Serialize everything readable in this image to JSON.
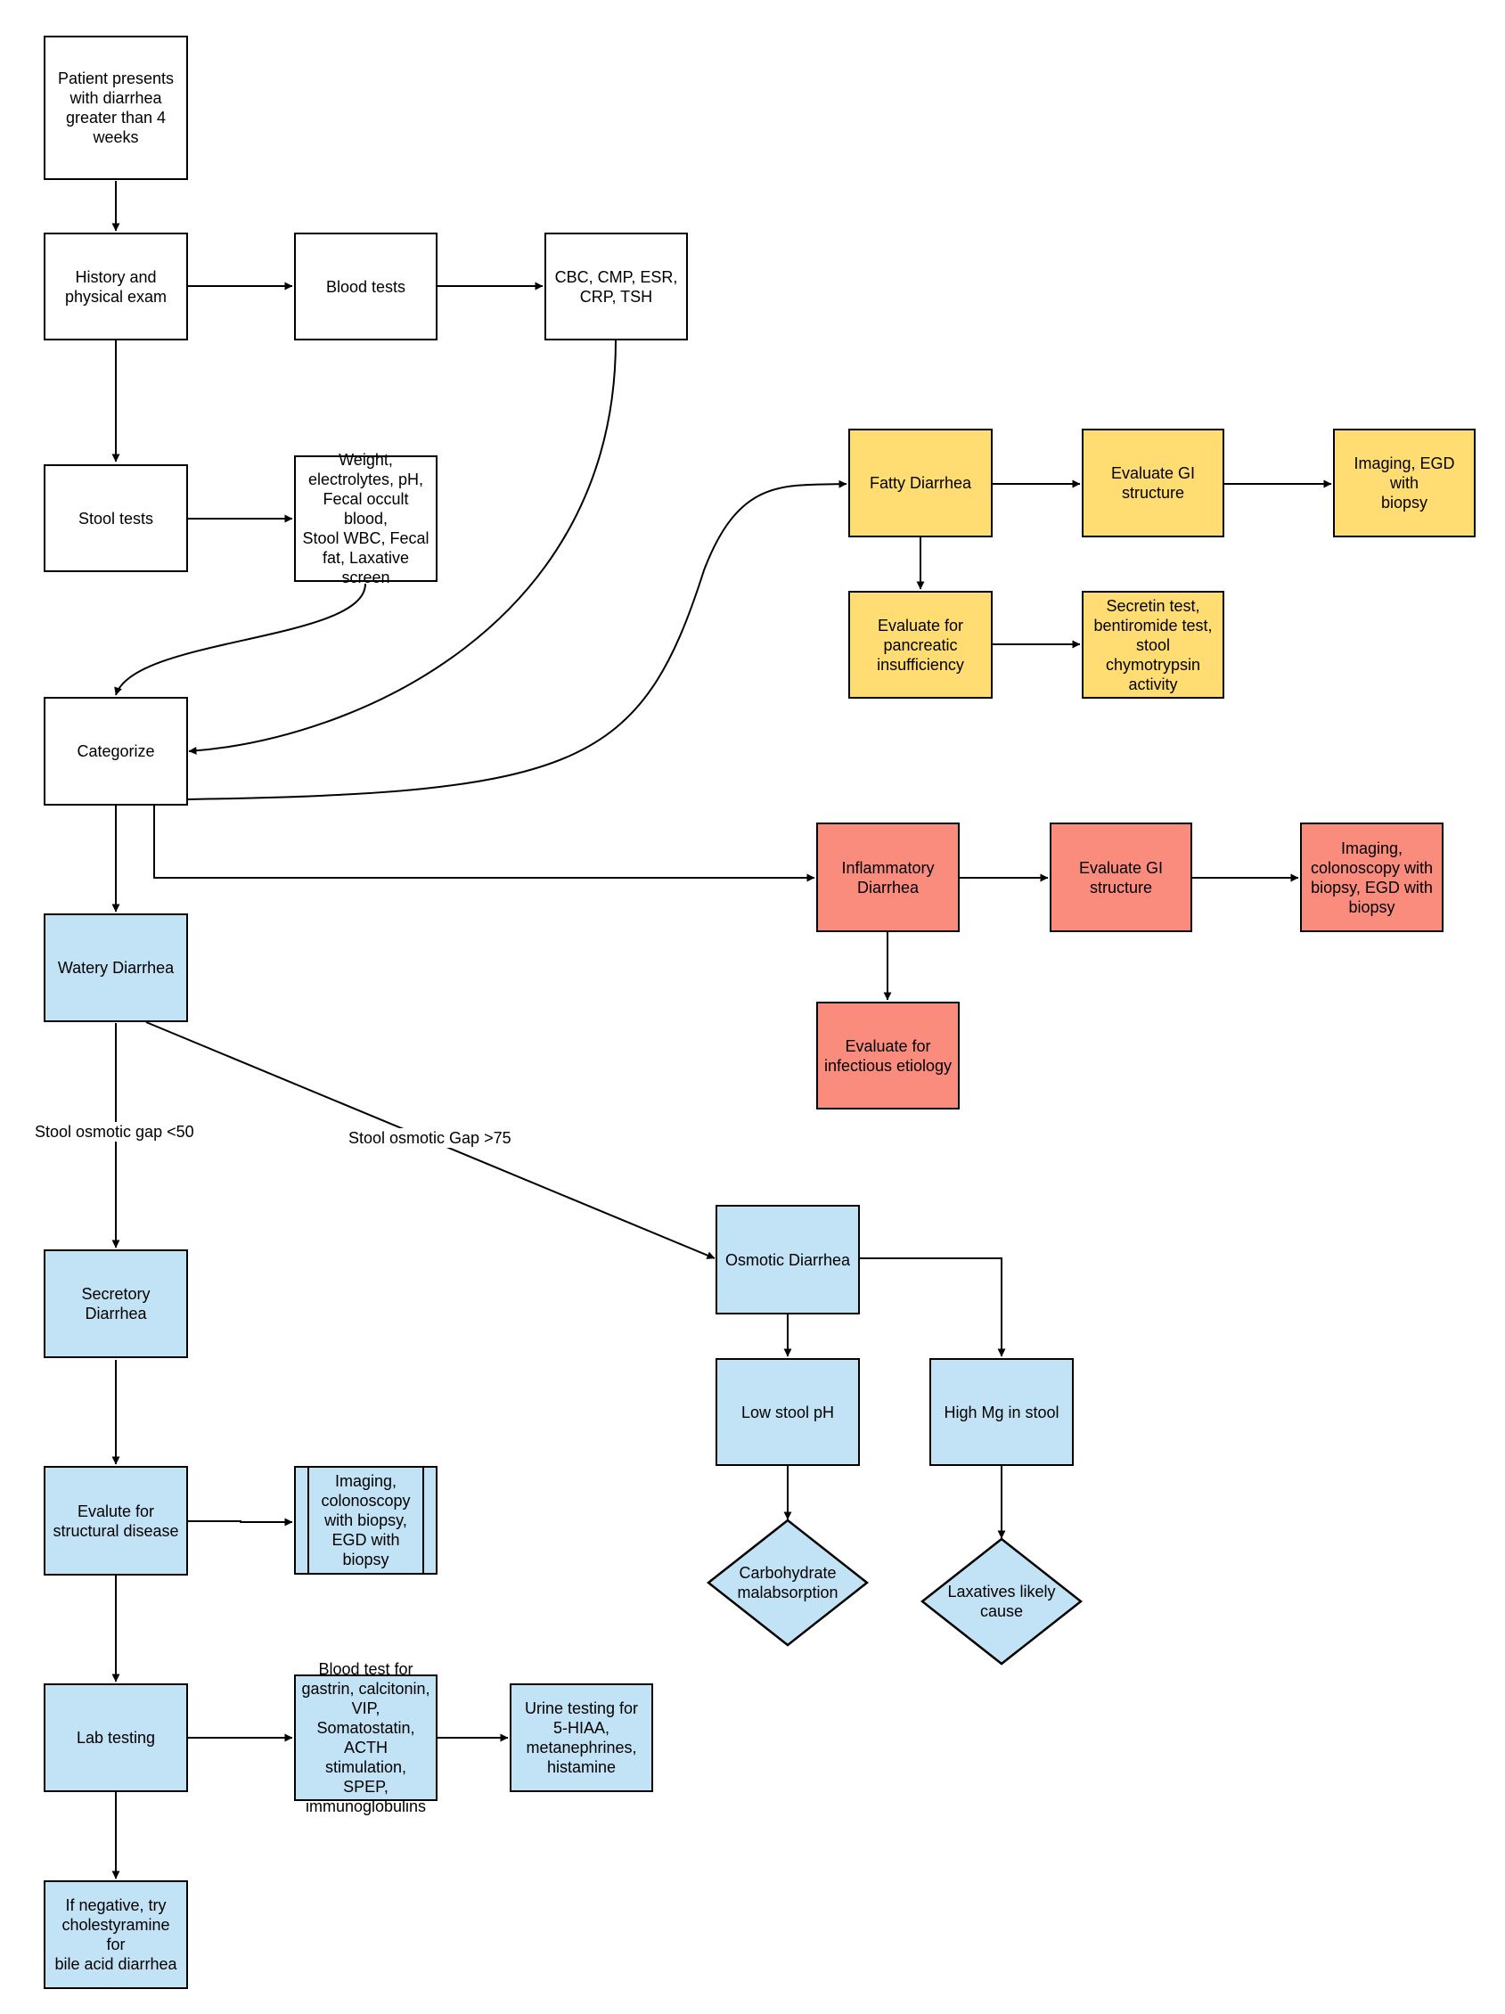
{
  "colors": {
    "white": "#ffffff",
    "yellow": "#ffdd73",
    "red": "#fa8c7e",
    "blue": "#c2e3f5",
    "stroke": "#000000"
  },
  "nodes": {
    "patient": "Patient presents\nwith diarrhea\ngreater than 4\nweeks",
    "history": "History and\nphysical exam",
    "blood_tests": "Blood tests",
    "cbc": "CBC, CMP, ESR,\nCRP, TSH",
    "stool_tests": "Stool tests",
    "stool_list": "Weight,\nelectrolytes, pH,\nFecal occult blood,\nStool WBC, Fecal\nfat, Laxative\nscreen",
    "categorize": "Categorize",
    "fatty": "Fatty Diarrhea",
    "fatty_gi": "Evaluate GI\nstructure",
    "fatty_imaging": "Imaging, EGD with\nbiopsy",
    "pancreatic": "Evaluate for\npancreatic\ninsufficiency",
    "secretin": "Secretin test,\nbentiromide test,\nstool chymotrypsin\nactivity",
    "inflammatory": "Inflammatory\nDiarrhea",
    "inflam_gi": "Evaluate GI\nstructure",
    "inflam_imaging": "Imaging,\ncolonoscopy with\nbiopsy, EGD with\nbiopsy",
    "infectious": "Evaluate for\ninfectious etiology",
    "watery": "Watery Diarrhea",
    "secretory": "Secretory\nDiarrhea",
    "structural": "Evalute for\nstructural disease",
    "struct_imaging": "Imaging,\ncolonoscopy\nwith biopsy,\nEGD with\nbiopsy",
    "lab": "Lab testing",
    "blood_panel": "Blood test for\ngastrin, calcitonin,\nVIP, Somatostatin,\nACTH stimulation,\nSPEP,\nimmunoglobulins",
    "urine": "Urine testing for\n5-HIAA,\nmetanephrines,\nhistamine",
    "cholestyramine": "If negative, try\ncholestyramine for\nbile acid diarrhea",
    "osmotic": "Osmotic Diarrhea",
    "low_ph": "Low stool pH",
    "high_mg": "High Mg in stool",
    "carb": "Carbohydrate\nmalabsorption",
    "laxatives": "Laxatives likely\ncause"
  },
  "edge_labels": {
    "gap_lt_50": "Stool osmotic gap <50",
    "gap_gt_75": "Stool osmotic Gap >75"
  }
}
